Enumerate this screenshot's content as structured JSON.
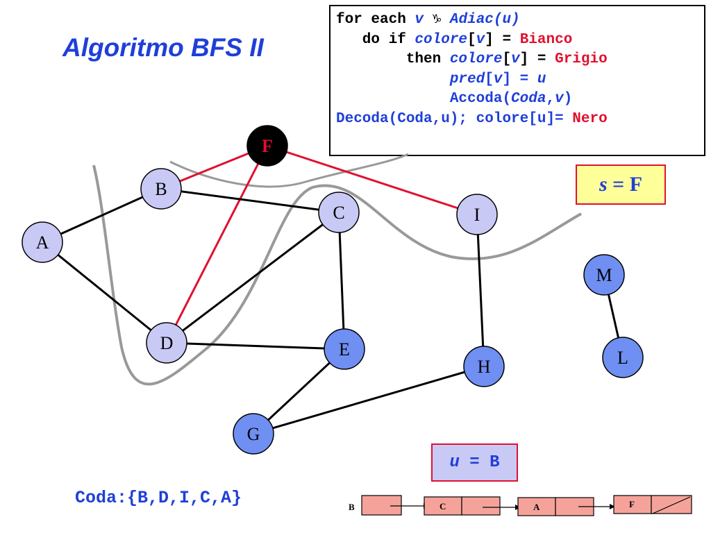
{
  "title": "Algoritmo BFS II",
  "code": {
    "line1": {
      "a": "for each ",
      "b": "v",
      "c": " ♑ ",
      "d": "Adiac(u)"
    },
    "line2": {
      "a": "   do if ",
      "b": "colore",
      "c": "[",
      "d": "v",
      "e": "] = ",
      "f": "Bianco"
    },
    "line3": {
      "a": "        then ",
      "b": "colore",
      "c": "[",
      "d": "v",
      "e": "] = ",
      "f": "Grigio"
    },
    "line4": {
      "a": "             ",
      "b": "pred",
      "c": "[",
      "d": "v",
      "e": "] = ",
      "f": "u"
    },
    "line5": {
      "a": "             ",
      "b": "Accoda(",
      "c": "Coda",
      "d": ",",
      "e": "v",
      "f": ")"
    },
    "line6": {
      "a": "Decoda(Coda,u); colore[u]= ",
      "b": "Nero"
    }
  },
  "source": {
    "var": "s",
    "eq": " = ",
    "val": "F"
  },
  "current": {
    "var": "u",
    "eq": " = ",
    "val": "B"
  },
  "queue": {
    "label": "Coda:",
    "content": "{B,D,I,C,A}"
  },
  "colors": {
    "white": "#c9c9f5",
    "gray": "#6f8ff2",
    "black": "#000000",
    "tree_edge": "#e0102f",
    "frontier": "#999999"
  },
  "graph": {
    "nodes": [
      {
        "id": "F",
        "label": "F",
        "state": "black"
      },
      {
        "id": "B",
        "label": "B",
        "state": "white"
      },
      {
        "id": "A",
        "label": "A",
        "state": "white"
      },
      {
        "id": "C",
        "label": "C",
        "state": "white"
      },
      {
        "id": "I",
        "label": "I",
        "state": "white"
      },
      {
        "id": "D",
        "label": "D",
        "state": "white"
      },
      {
        "id": "E",
        "label": "E",
        "state": "gray"
      },
      {
        "id": "H",
        "label": "H",
        "state": "gray"
      },
      {
        "id": "G",
        "label": "G",
        "state": "gray"
      },
      {
        "id": "M",
        "label": "M",
        "state": "gray"
      },
      {
        "id": "L",
        "label": "L",
        "state": "gray"
      }
    ],
    "edges": [
      {
        "from": "F",
        "to": "B",
        "tree": true
      },
      {
        "from": "F",
        "to": "D",
        "tree": true
      },
      {
        "from": "F",
        "to": "I",
        "tree": true
      },
      {
        "from": "B",
        "to": "A",
        "tree": false
      },
      {
        "from": "B",
        "to": "C",
        "tree": false
      },
      {
        "from": "A",
        "to": "D",
        "tree": false
      },
      {
        "from": "D",
        "to": "C",
        "tree": false
      },
      {
        "from": "D",
        "to": "E",
        "tree": false
      },
      {
        "from": "C",
        "to": "E",
        "tree": false
      },
      {
        "from": "I",
        "to": "H",
        "tree": false
      },
      {
        "from": "E",
        "to": "G",
        "tree": false
      },
      {
        "from": "G",
        "to": "H",
        "tree": false
      },
      {
        "from": "M",
        "to": "L",
        "tree": false
      }
    ]
  },
  "adjacency_list": {
    "head": "B",
    "cells": [
      {
        "label": "C"
      },
      {
        "label": "A"
      },
      {
        "label": "F"
      }
    ]
  }
}
